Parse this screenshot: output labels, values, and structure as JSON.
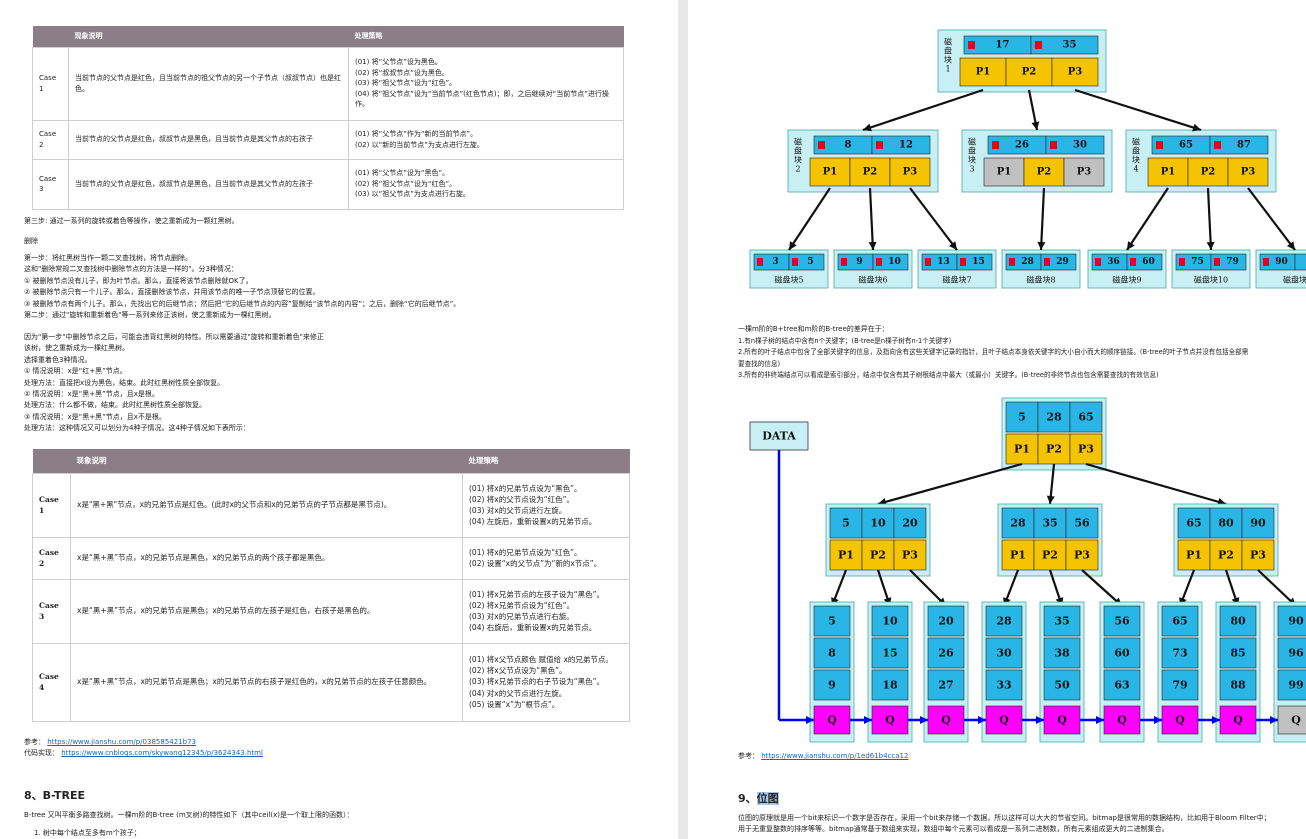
{
  "left": {
    "table1": {
      "headers": [
        "",
        "现象说明",
        "处理策略"
      ],
      "rows": [
        {
          "case": "Case 1",
          "desc": "当前节点的父节点是红色，且当前节点的祖父节点的另一个子节点（叔叔节点）也是红色。",
          "steps": [
            "(01) 将“父节点”设为黑色。",
            "(02) 将“叔叔节点”设为黑色。",
            "(03) 将“祖父节点”设为“红色”。",
            "(04) 将“祖父节点”设为“当前节点”(红色节点)；即，之后继续对“当前节点”进行操作。"
          ]
        },
        {
          "case": "Case 2",
          "desc": "当前节点的父节点是红色，叔叔节点是黑色，且当前节点是其父节点的右孩子",
          "steps": [
            "(01) 将“父节点”作为“新的当前节点”。",
            "(02) 以“新的当前节点”为支点进行左旋。"
          ]
        },
        {
          "case": "Case 3",
          "desc": "当前节点的父节点是红色，叔叔节点是黑色，且当前节点是其父节点的左孩子",
          "steps": [
            "(01) 将“父节点”设为“黑色”。",
            "(02) 将“祖父节点”设为“红色”。",
            "(03) 以“祖父节点”为支点进行右旋。"
          ]
        }
      ]
    },
    "step3": "第三步: 通过一系列的旋转或着色等操作，使之重新成为一颗红黑树。",
    "delete_heading": "删除",
    "para1": [
      "第一步：将红黑树当作一颗二叉查找树，将节点删除。",
      "这和\"删除常规二叉查找树中删除节点的方法是一样的\"。分3种情况：",
      "① 被删除节点没有儿子，即为叶节点。那么，直接将该节点删除就OK了。",
      "② 被删除节点只有一个儿子。那么，直接删除该节点，并用该节点的唯一子节点顶替它的位置。",
      "③ 被删除节点有两个儿子。那么，先找出它的后继节点；然后把“它的后继节点的内容”复制给“该节点的内容”；之后，删除“它的后继节点”。",
      "第二步：通过\"旋转和重新着色\"等一系列来修正该树，使之重新成为一棵红黑树。"
    ],
    "para2": [
      "因为\"第一步\"中删除节点之后，可能会违背红黑树的特性。所以需要通过\"旋转和重新着色\"来修正",
      "该树，使之重新成为一棵红黑树。",
      "选择重着色3种情况。",
      "① 情况说明：x是“红+黑”节点。",
      "处理方法：直接把x设为黑色，结束。此时红黑树性质全部恢复。",
      "② 情况说明：x是“黑+黑”节点，且x是根。",
      "处理方法：什么都不做，结束。此时红黑树性质全部恢复。",
      "③ 情况说明：x是“黑+黑”节点，且x不是根。",
      "处理方法：这种情况又可以划分为4种子情况。这4种子情况如下表所示："
    ],
    "table2": {
      "headers": [
        "",
        "现象说明",
        "处理策略"
      ],
      "rows": [
        {
          "case": "Case 1",
          "desc": "x是\"黑+黑\"节点，x的兄弟节点是红色。(此时x的父节点和x的兄弟节点的子节点都是黑节点)。",
          "steps": [
            "(01) 将x的兄弟节点设为“黑色”。",
            "(02) 将x的父节点设为“红色”。",
            "(03) 对x的父节点进行左旋。",
            "(04) 左旋后，重新设置x的兄弟节点。"
          ]
        },
        {
          "case": "Case 2",
          "desc": "x是“黑+黑”节点，x的兄弟节点是黑色，x的兄弟节点的两个孩子都是黑色。",
          "steps": [
            "(01) 将x的兄弟节点设为“红色”。",
            "(02) 设置“x的父节点”为“新的x节点”。"
          ]
        },
        {
          "case": "Case 3",
          "desc": "x是“黑+黑”节点，x的兄弟节点是黑色；x的兄弟节点的左孩子是红色，右孩子是黑色的。",
          "steps": [
            "(01) 将x兄弟节点的左孩子设为“黑色”。",
            "(02) 将x兄弟节点设为“红色”。",
            "(03) 对x的兄弟节点进行右旋。",
            "(04) 右旋后，重新设置x的兄弟节点。"
          ]
        },
        {
          "case": "Case 4",
          "desc": "x是“黑+黑”节点，x的兄弟节点是黑色；x的兄弟节点的右孩子是红色的，x的兄弟节点的左孩子任意颜色。",
          "steps": [
            "(01) 将x父节点颜色 赋值给 x的兄弟节点。",
            "(02) 将x父节点设为“黑色”。",
            "(03) 将x兄弟节点的右子节设为“黑色”。",
            "(04) 对x的父节点进行左旋。",
            "(05) 设置“x”为“根节点”。"
          ]
        }
      ]
    },
    "ref_label": "参考：",
    "ref_url": "https://www.jianshu.com/p/038585421b73",
    "code_label": "代码实现：",
    "code_url": "https://www.cnblogs.com/skywang12345/p/3624343.html",
    "section8": "8、B-TREE",
    "btree_intro": "B-tree 又叫平衡多路查找树。一棵m阶的B-tree (m叉树)的特性如下（其中ceil(x)是一个取上限的函数）：",
    "btree_item1": "1. 树中每个结点至多有m个孩子；"
  },
  "right": {
    "btree": {
      "root": {
        "keys": [
          "17",
          "35"
        ],
        "label": "磁盘块1"
      },
      "level2": [
        {
          "keys": [
            "8",
            "12"
          ],
          "label": "磁盘块2"
        },
        {
          "keys": [
            "26",
            "30"
          ],
          "label": "磁盘块3"
        },
        {
          "keys": [
            "65",
            "87"
          ],
          "label": "磁盘块4"
        }
      ],
      "leaves": [
        {
          "keys": [
            "3",
            "5"
          ],
          "label": "磁盘块5"
        },
        {
          "keys": [
            "9",
            "10"
          ],
          "label": "磁盘块6"
        },
        {
          "keys": [
            "13",
            "15"
          ],
          "label": "磁盘块7"
        },
        {
          "keys": [
            "28",
            "29"
          ],
          "label": "磁盘块8"
        },
        {
          "keys": [
            "36",
            "60"
          ],
          "label": "磁盘块9"
        },
        {
          "keys": [
            "75",
            "79"
          ],
          "label": "磁盘块10"
        },
        {
          "keys": [
            "90",
            ""
          ],
          "label": "磁盘块"
        }
      ],
      "pointers": [
        "P1",
        "P2",
        "P3"
      ]
    },
    "diff_intro": "一棵m阶的B+tree和m阶的B-tree的差异在于：",
    "diff": [
      "1.有n棵子树的结点中含有n个关键字；(B-tree是n棵子树有n-1个关键字)",
      "2.所有的叶子结点中包含了全部关键字的信息，及指向含有这些关键字记录的指针，且叶子结点本身依关键字的大小自小而大的顺序链接。(B-tree的叶子节点并没有包括全部需",
      "要查找的信息)",
      "3.所有的非终端结点可以看成是索引部分，结点中仅含有其子树根结点中最大（或最小）关键字。(B-tree的非终节点也包含需要查找的有效信息)"
    ],
    "bplus": {
      "data_label": "DATA",
      "root": [
        "5",
        "28",
        "65"
      ],
      "level2": [
        [
          "5",
          "10",
          "20"
        ],
        [
          "28",
          "35",
          "56"
        ],
        [
          "65",
          "80",
          "90"
        ]
      ],
      "leaves": [
        [
          "5",
          "8",
          "9"
        ],
        [
          "10",
          "15",
          "18"
        ],
        [
          "20",
          "26",
          "27"
        ],
        [
          "28",
          "30",
          "33"
        ],
        [
          "35",
          "38",
          "50"
        ],
        [
          "56",
          "60",
          "63"
        ],
        [
          "65",
          "73",
          "79"
        ],
        [
          "80",
          "85",
          "88"
        ],
        [
          "90",
          "96",
          "99"
        ]
      ],
      "q": "Q"
    },
    "ref_label": "参考：",
    "ref_url": "https://www.jianshu.com/p/1ed61b4cca12",
    "section9_num": "9、",
    "section9_title": "位图",
    "bitmap_text": [
      "位图的原理就是用一个bit来标识一个数字是否存在，采用一个bit来存储一个数据，所以这样可以大大的节省空间。bitmap是很常用的数据结构，比如用于Bloom Filter中；",
      "用于无重复整数的排序等等。bitmap通常基于数组来实现，数组中每个元素可以看成是一系列二进制数，所有元素组成更大的二进制集合。"
    ]
  },
  "colors": {
    "cyan": "#29b6e6",
    "yellow": "#f5c400",
    "gray": "#c0c0c0",
    "magenta": "#ff00ff",
    "block": "#c8f0f4",
    "red": "#e8001c",
    "arrow": "#0000ff"
  }
}
